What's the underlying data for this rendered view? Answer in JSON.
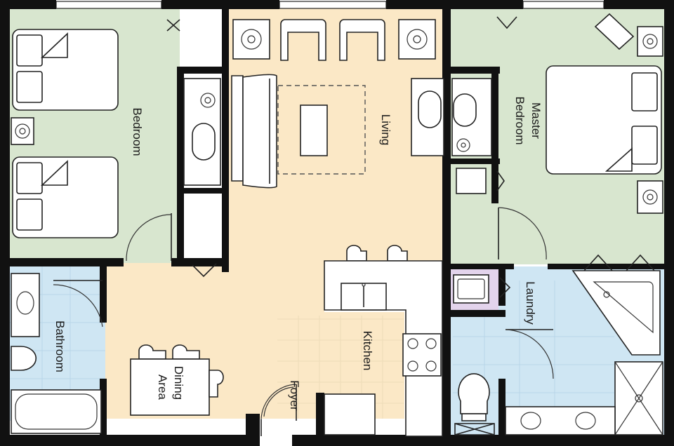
{
  "rooms": {
    "bedroom": "Bedroom",
    "living": "Living",
    "master_bedroom_line1": "Master",
    "master_bedroom_line2": "Bedroom",
    "bathroom": "Bathroom",
    "dining_line1": "Dining",
    "dining_line2": "Area",
    "kitchen": "Kitchen",
    "foyer": "Foyer",
    "laundry": "Laundry"
  },
  "colors": {
    "bedroom_fill": "#d8e6cf",
    "living_fill": "#fbe8c6",
    "bath_fill": "#cfe6f3",
    "laundry_fill": "#e3d4ec",
    "wall": "#111111"
  }
}
